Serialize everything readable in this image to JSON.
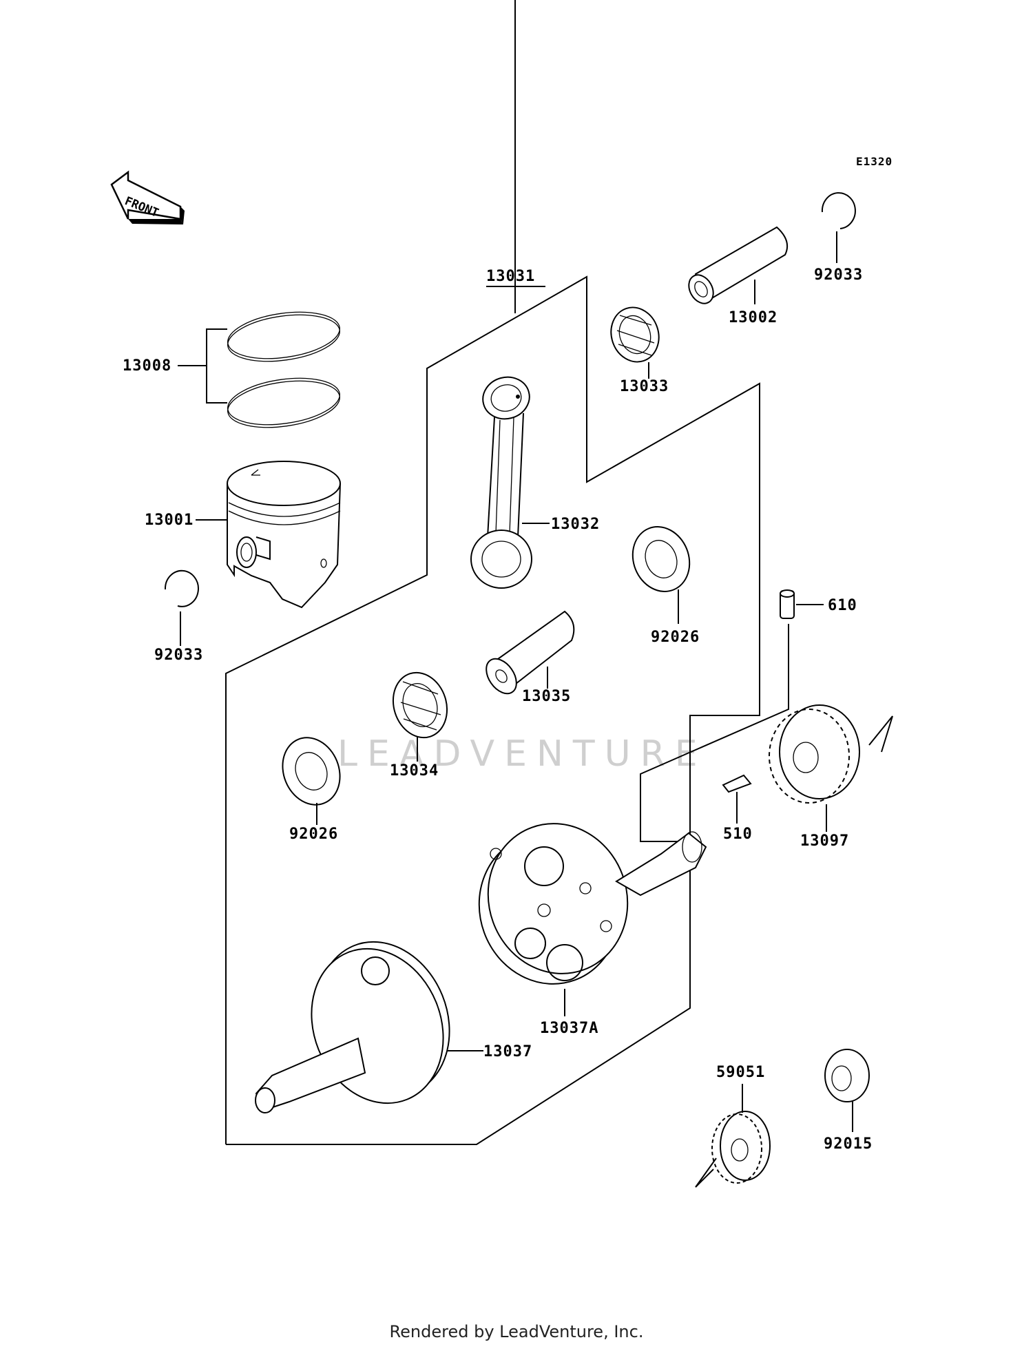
{
  "diagram_code": "E1320",
  "front_label": "FRONT",
  "watermark": "LEADVENTURE",
  "footer": "Rendered by LeadVenture, Inc.",
  "parts": {
    "p13001": "13001",
    "p13002": "13002",
    "p13008": "13008",
    "p13031": "13031",
    "p13032": "13032",
    "p13033": "13033",
    "p13034": "13034",
    "p13035": "13035",
    "p13037": "13037",
    "p13037a": "13037A",
    "p13097": "13097",
    "p59051": "59051",
    "p510": "510",
    "p610": "610",
    "p92015": "92015",
    "p92026_top": "92026",
    "p92026_left": "92026",
    "p92033_top": "92033",
    "p92033_left": "92033"
  }
}
